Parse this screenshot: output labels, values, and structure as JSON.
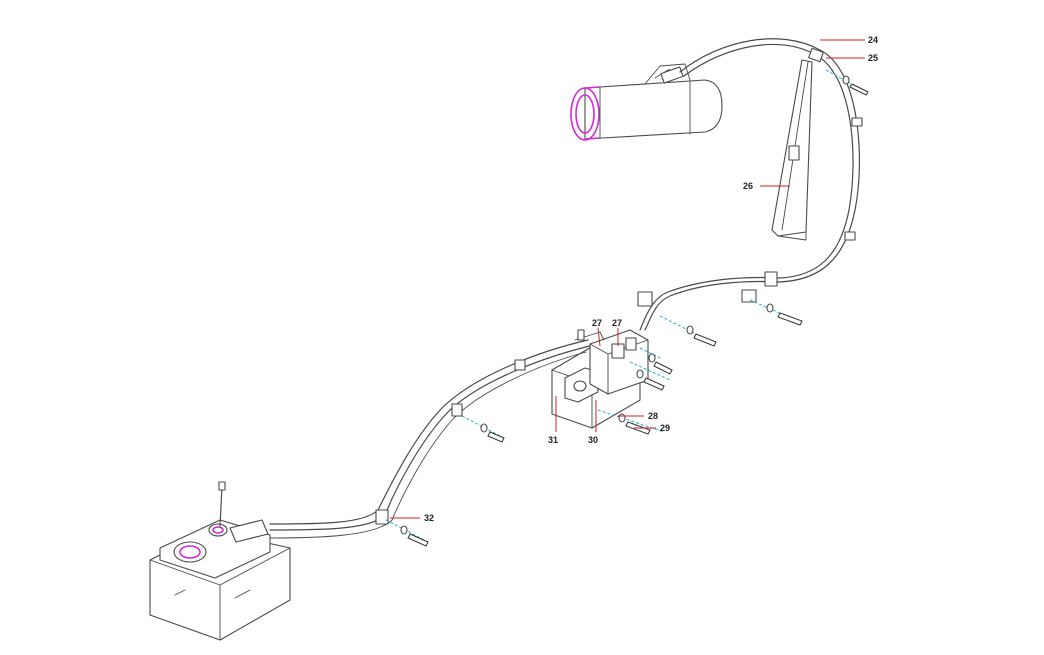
{
  "labels": {
    "p24": "24",
    "p25": "25",
    "p26": "26",
    "p27a": "27",
    "p27b": "27",
    "p28": "28",
    "p29": "29",
    "p30": "30",
    "p31": "31",
    "p32": "32"
  },
  "colors": {
    "line": "#4a4a4a",
    "highlight": "#d22ad2",
    "leader": "#cc2222",
    "axis": "#1ab6c8"
  }
}
